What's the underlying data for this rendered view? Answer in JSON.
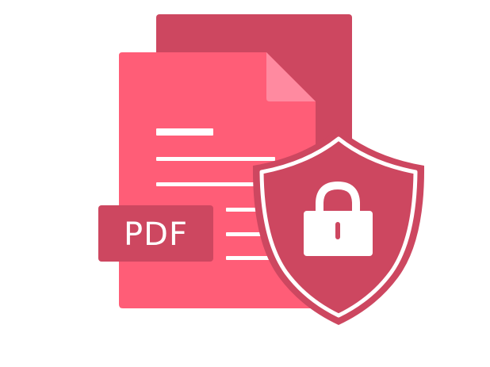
{
  "badge": {
    "label": "PDF"
  },
  "icons": {
    "back_sheet": "document-back-sheet",
    "front_sheet": "document-front-sheet",
    "shield": "shield-icon",
    "lock": "lock-icon"
  },
  "colors": {
    "back_sheet": "#cd4760",
    "front_sheet": "#ff5d77",
    "page_fold": "#ff8aa0",
    "badge": "#cd4760",
    "shield_fill": "#cd4760",
    "shield_outline": "#ffffff",
    "lines": "#ffffff",
    "background": "#ffffff"
  }
}
